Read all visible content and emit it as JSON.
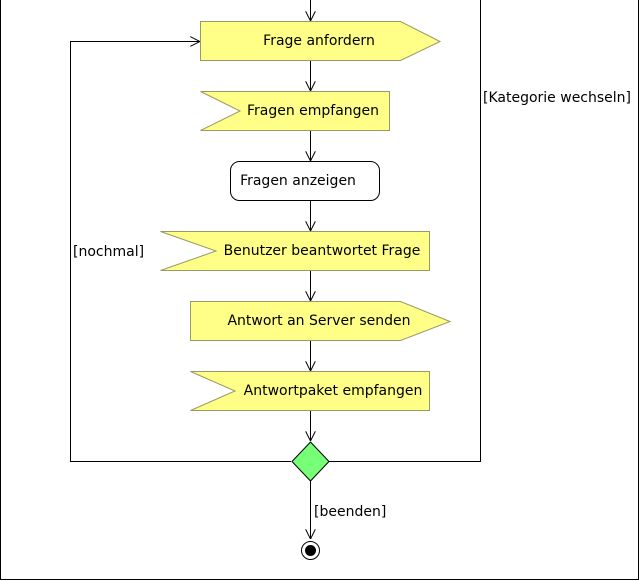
{
  "diagram": {
    "type": "uml-activity",
    "actions": {
      "frage_anfordern": "Frage anfordern",
      "fragen_empfangen": "Fragen empfangen",
      "fragen_anzeigen": "Fragen anzeigen",
      "benutzer_beantwortet": "Benutzer beantwortet Frage",
      "antwort_senden": "Antwort an Server senden",
      "antwortpaket_empfangen": "Antwortpaket empfangen"
    },
    "guards": {
      "nochmal": "[nochmal]",
      "kategorie": "[Kategorie wechseln]",
      "beenden": "[beenden]"
    },
    "colors": {
      "action_fill": "#ffff88",
      "action_stroke": "#999966",
      "decision_fill": "#77ff77",
      "line": "#000000"
    }
  }
}
